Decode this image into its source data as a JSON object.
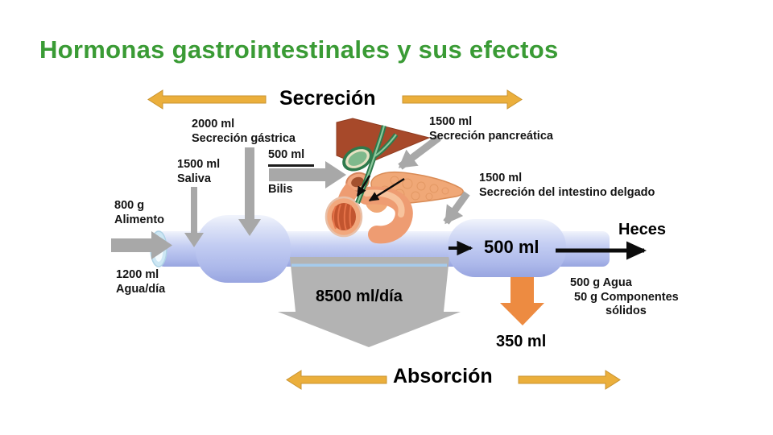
{
  "slide": {
    "title": "Hormonas gastrointestinales y sus efectos",
    "sections": {
      "secretion": "Secreción",
      "absorption": "Absorción"
    }
  },
  "inputs": {
    "food": {
      "amount": "800 g",
      "label": "Alimento"
    },
    "water": {
      "amount": "1200 ml",
      "label": "Agua/día"
    }
  },
  "secretions": {
    "saliva": {
      "amount": "1500 ml",
      "label": "Saliva"
    },
    "gastric": {
      "amount": "2000 ml",
      "label": "Secreción gástrica"
    },
    "bile": {
      "amount": "500 ml",
      "label": "Bilis"
    },
    "pancreatic": {
      "amount": "1500 ml",
      "label": "Secreción pancreática"
    },
    "intestinal": {
      "amount": "1500 ml",
      "label": "Secreción del intestino delgado"
    }
  },
  "flows": {
    "absorbed_small_intestine": "8500 ml/día",
    "into_colon": "500 ml",
    "absorbed_colon": "350 ml",
    "feces": {
      "label": "Heces",
      "water": "500 g Agua",
      "solids_line1": "50 g Componentes",
      "solids_line2": "sólidos"
    }
  },
  "colors": {
    "title_green": "#3A9B35",
    "tube_blue": "#B6C2EE",
    "arrow_gray": "#A8A8A8",
    "big_arrow_gray": "#B3B3B3",
    "accent_yellow": "#EBAF3C",
    "accent_orange": "#ED8B41",
    "liver_brown": "#A7492A",
    "pancreas_tan": "#F0A877",
    "gallbladder_green": "#2E7A4C"
  }
}
